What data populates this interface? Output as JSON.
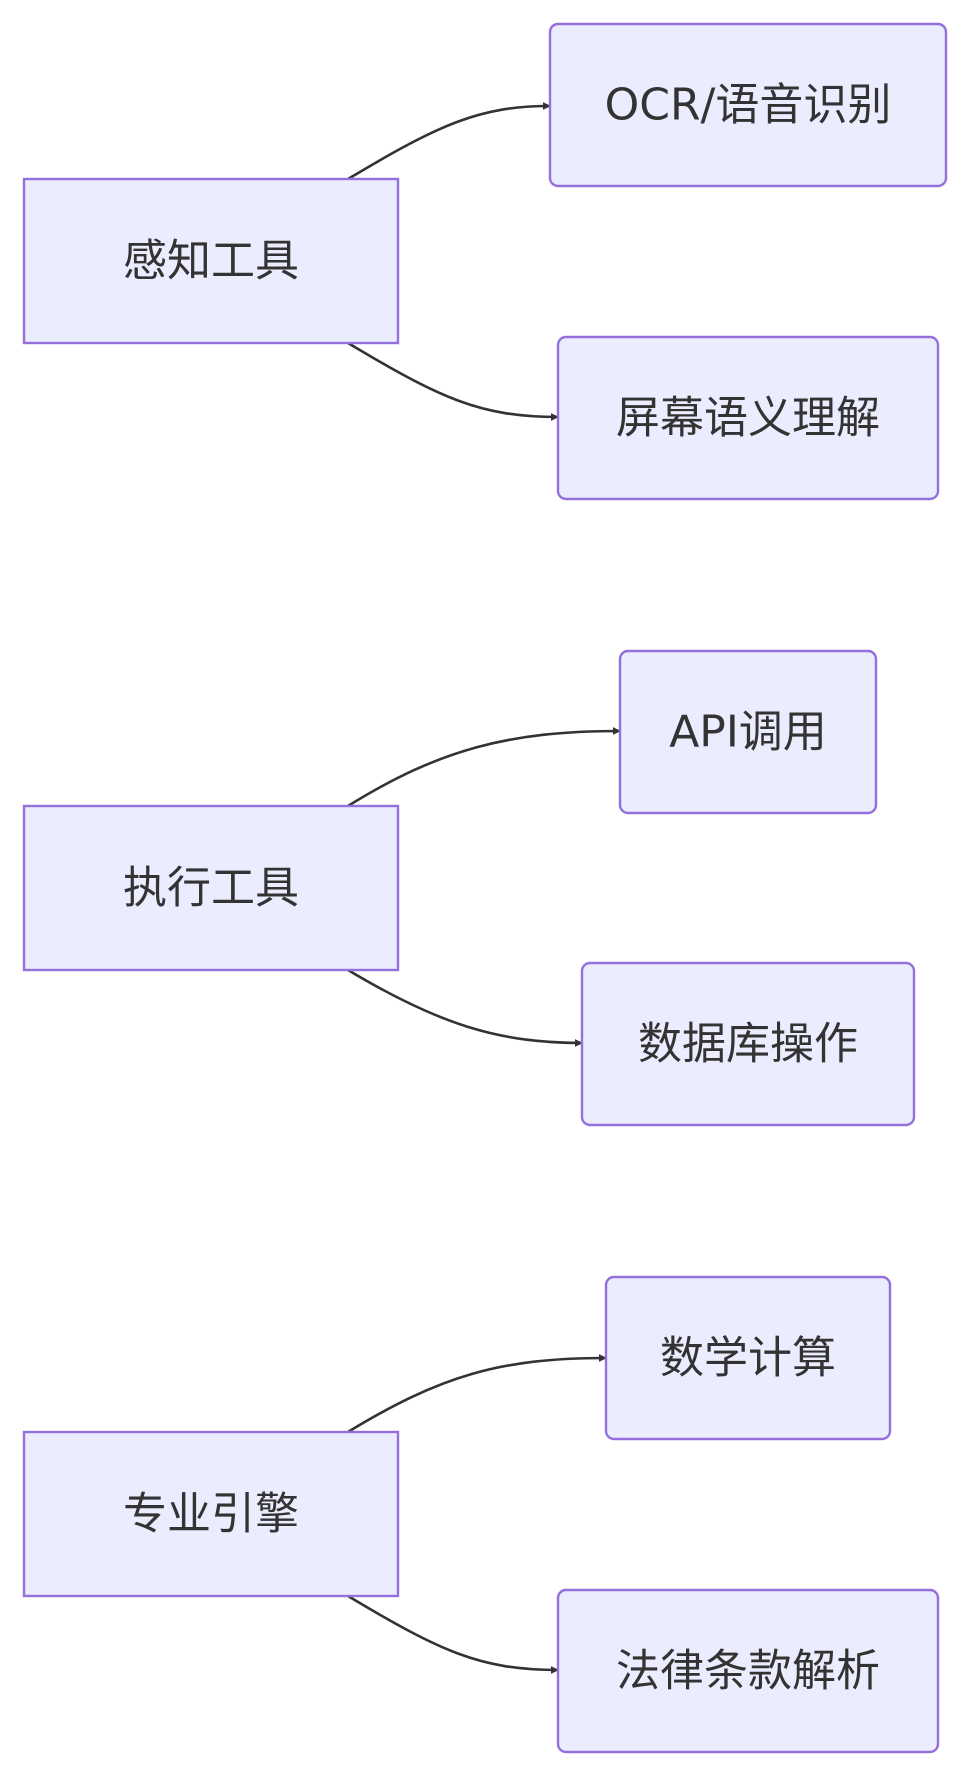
{
  "diagram": {
    "type": "flowchart",
    "direction": "left-to-right",
    "groups": [
      {
        "parent": {
          "id": "perception",
          "label": "感知工具"
        },
        "children": [
          {
            "id": "ocr",
            "label": "OCR/语音识别"
          },
          {
            "id": "screen",
            "label": "屏幕语义理解"
          }
        ]
      },
      {
        "parent": {
          "id": "execution",
          "label": "执行工具"
        },
        "children": [
          {
            "id": "api",
            "label": "API调用"
          },
          {
            "id": "db",
            "label": "数据库操作"
          }
        ]
      },
      {
        "parent": {
          "id": "engine",
          "label": "专业引擎"
        },
        "children": [
          {
            "id": "math",
            "label": "数学计算"
          },
          {
            "id": "law",
            "label": "法律条款解析"
          }
        ]
      }
    ],
    "colors": {
      "node_fill": "#ECECFF",
      "node_border": "#9370DB",
      "text": "#333333",
      "edge": "#333333",
      "background": "#FFFFFF"
    }
  }
}
